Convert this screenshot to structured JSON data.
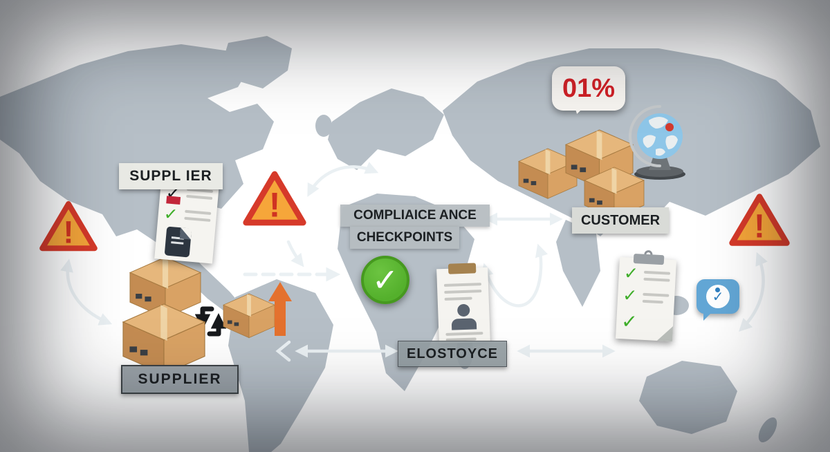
{
  "labels": {
    "supplier_top": "SUPPL IER",
    "supplier_bottom": "SUPPLIER",
    "compliance_line1": "COMPLIAICE ANCE",
    "compliance_line2": "CHECKPOINTS",
    "customer": "CUSTOMER",
    "elostoyce": "ELOSTOYCE",
    "percent_badge": "01%"
  },
  "icons": {
    "check": "✓",
    "exclamation": "!"
  },
  "colors": {
    "background": "#22344a",
    "map": "#b6bfc7",
    "warning_fill": "#f6a63a",
    "warning_border": "#d63a2a",
    "success_green": "#54b02c",
    "cardboard": "#d9a264",
    "accent_red": "#cf2127",
    "bubble_blue": "#63a7d6",
    "arrow_white": "#eaf0f3"
  }
}
